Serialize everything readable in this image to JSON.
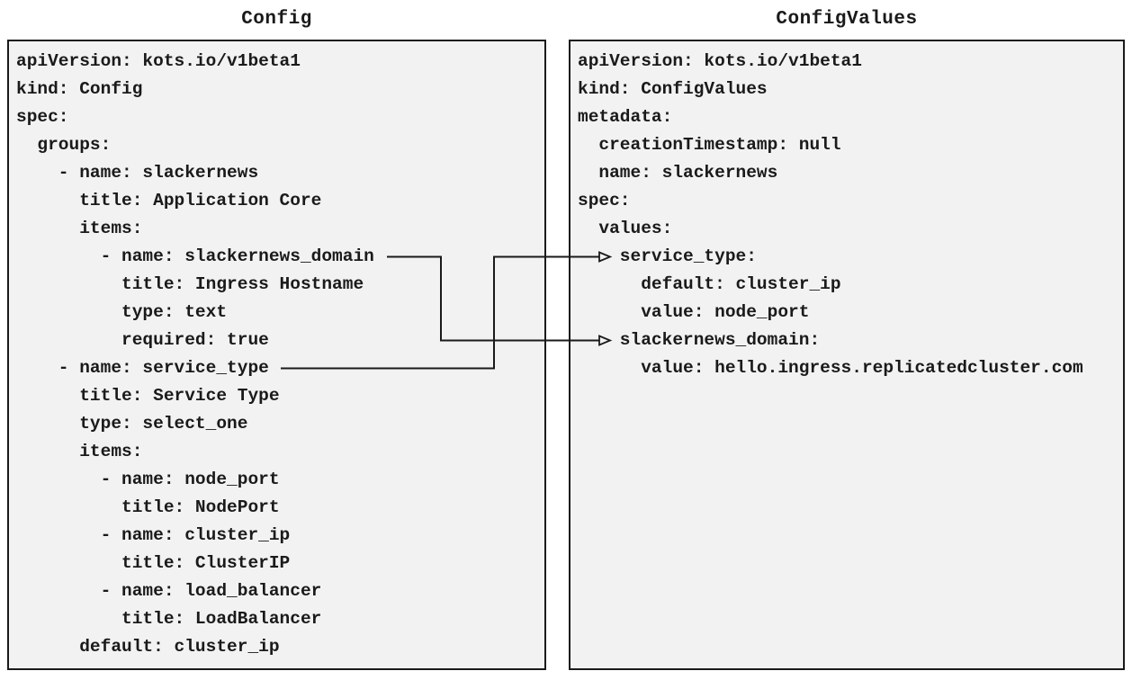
{
  "colors": {
    "canvas_bg": "#ffffff",
    "panel_bg": "#f2f2f2",
    "border": "#1a1a1a",
    "text": "#1a1a1a",
    "connector": "#1a1a1a"
  },
  "left_panel": {
    "title": "Config",
    "yaml_lines": [
      "apiVersion: kots.io/v1beta1",
      "kind: Config",
      "spec:",
      "  groups:",
      "    - name: slackernews",
      "      title: Application Core",
      "      items:",
      "        - name: slackernews_domain",
      "          title: Ingress Hostname",
      "          type: text",
      "          required: true",
      "    - name: service_type",
      "      title: Service Type",
      "      type: select_one",
      "      items:",
      "        - name: node_port",
      "          title: NodePort",
      "        - name: cluster_ip",
      "          title: ClusterIP",
      "        - name: load_balancer",
      "          title: LoadBalancer",
      "      default: cluster_ip"
    ]
  },
  "right_panel": {
    "title": "ConfigValues",
    "yaml_lines": [
      "apiVersion: kots.io/v1beta1",
      "kind: ConfigValues",
      "metadata:",
      "  creationTimestamp: null",
      "  name: slackernews",
      "spec:",
      "  values:",
      "    service_type:",
      "      default: cluster_ip",
      "      value: node_port",
      "    slackernews_domain:",
      "      value: hello.ingress.replicatedcluster.com"
    ]
  },
  "connectors": [
    {
      "from": "Config item name: slackernews_domain",
      "to": "ConfigValues spec.values.slackernews_domain"
    },
    {
      "from": "Config item name: service_type",
      "to": "ConfigValues spec.values.service_type"
    }
  ]
}
